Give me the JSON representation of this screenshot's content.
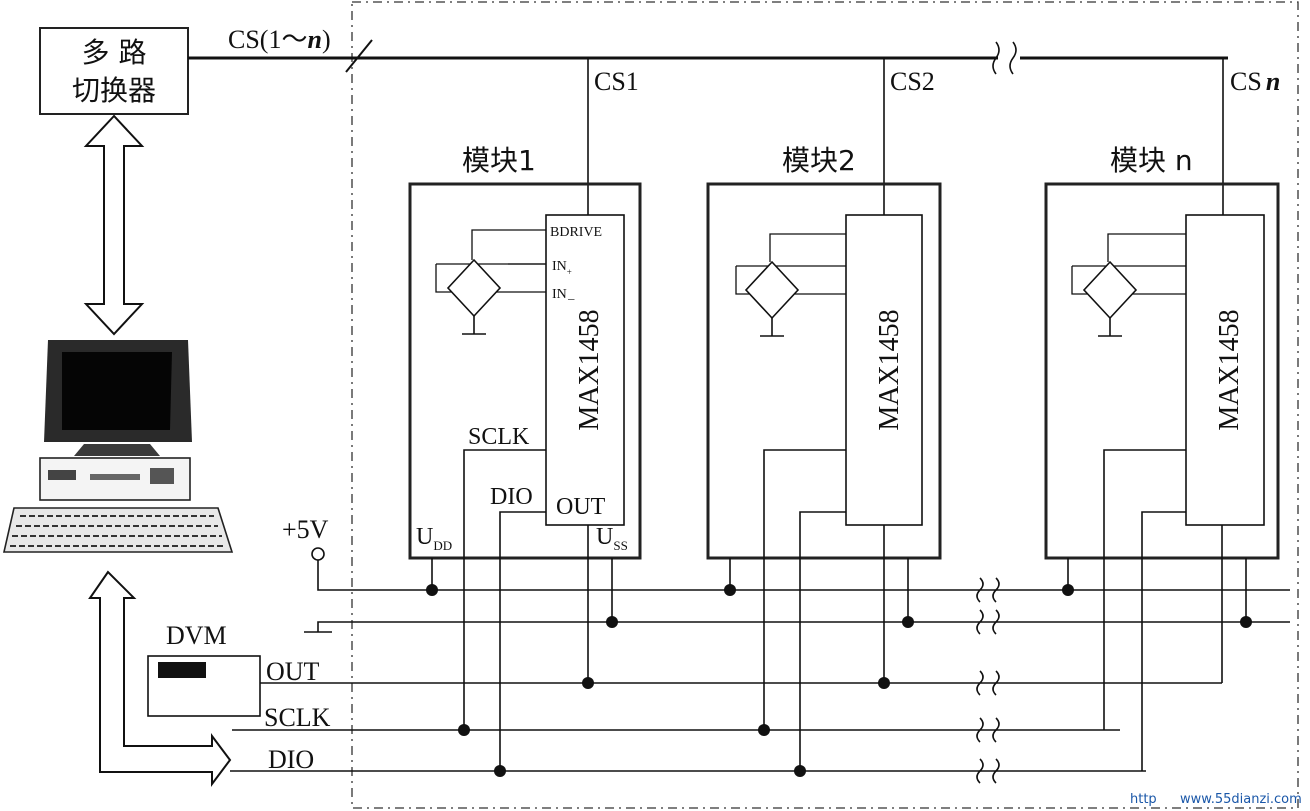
{
  "switcher": {
    "line1": "多 路",
    "line2": "切换器"
  },
  "bus": {
    "label_main": "CS(1",
    "label_tilde": "～",
    "label_n": "n",
    "label_close": ")"
  },
  "chip_select": {
    "cs1": "CS1",
    "cs2": "CS2",
    "csn_prefix": "CS",
    "csn_n": "n"
  },
  "modules": [
    {
      "title": "模块1",
      "chip": "MAX1458",
      "pins": {
        "bdrive": "BDRIVE",
        "in_plus": "IN",
        "in_plus_sub": "+",
        "in_minus": "IN",
        "in_minus_sub": "－",
        "sclk": "SCLK",
        "dio": "DIO",
        "out": "OUT",
        "udd": "U",
        "udd_sub": "DD",
        "uss": "U",
        "uss_sub": "SS"
      }
    },
    {
      "title": "模块2",
      "chip": "MAX1458"
    },
    {
      "title": "模块 n",
      "chip": "MAX1458"
    }
  ],
  "power": {
    "plus5v": "+5V"
  },
  "dvm": {
    "label": "DVM"
  },
  "signals": {
    "out": "OUT",
    "sclk": "SCLK",
    "dio": "DIO"
  },
  "watermark": {
    "left": "http",
    "right": "www.55dianzi.com"
  }
}
